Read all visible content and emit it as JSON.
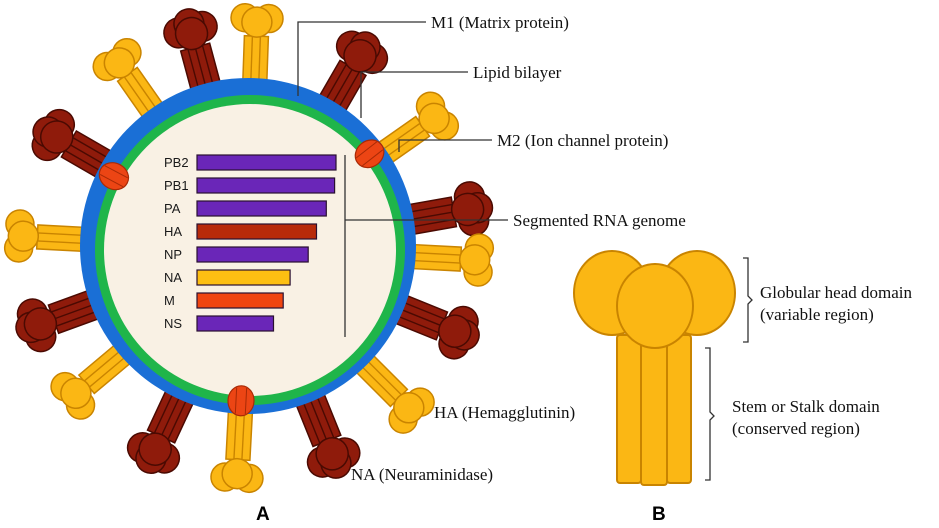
{
  "figure": {
    "panels": [
      {
        "id": "A",
        "label": "A",
        "subject": "Influenza virion structure"
      },
      {
        "id": "B",
        "label": "B",
        "subject": "Hemagglutinin (HA) trimer"
      }
    ]
  },
  "colors": {
    "background": "#ffffff",
    "core": "#f9f1e4",
    "matrix_ring": "#1fb54a",
    "lipid_ring": "#1a6fd6",
    "ha_fill": "#fbb714",
    "ha_stroke": "#c98400",
    "na_fill": "#8f1b0b",
    "na_stroke": "#4a0a02",
    "m2_fill": "#ec4514",
    "m2_stroke": "#a82a06",
    "purple_segment": "#6a26b8",
    "red_segment": "#b82a0a",
    "yellow_segment": "#fdbf12",
    "orange_segment": "#f04510"
  },
  "callouts": {
    "m1": "M1 (Matrix protein)",
    "lipid": "Lipid bilayer",
    "m2": "M2 (Ion channel protein)",
    "rna": "Segmented RNA genome",
    "ha": "HA (Hemagglutinin)",
    "na": "NA (Neuraminidase)"
  },
  "genome_segments": [
    {
      "name": "PB2",
      "relative_length": 1.0,
      "color_key": "purple_segment"
    },
    {
      "name": "PB1",
      "relative_length": 0.99,
      "color_key": "purple_segment"
    },
    {
      "name": "PA",
      "relative_length": 0.93,
      "color_key": "purple_segment"
    },
    {
      "name": "HA",
      "relative_length": 0.86,
      "color_key": "red_segment"
    },
    {
      "name": "NP",
      "relative_length": 0.8,
      "color_key": "purple_segment"
    },
    {
      "name": "NA",
      "relative_length": 0.67,
      "color_key": "yellow_segment"
    },
    {
      "name": "M",
      "relative_length": 0.62,
      "color_key": "orange_segment"
    },
    {
      "name": "NS",
      "relative_length": 0.55,
      "color_key": "purple_segment"
    }
  ],
  "spikes": [
    "HA",
    "NA",
    "HA",
    "NA",
    "HA",
    "NA",
    "HA",
    "NA",
    "HA",
    "NA",
    "HA",
    "NA",
    "HA",
    "NA"
  ],
  "m2_channels": 3,
  "panel_b": {
    "head_label_line1": "Globular head domain",
    "head_label_line2": "(variable region)",
    "stem_label_line1": "Stem or Stalk domain",
    "stem_label_line2": "(conserved region)"
  }
}
